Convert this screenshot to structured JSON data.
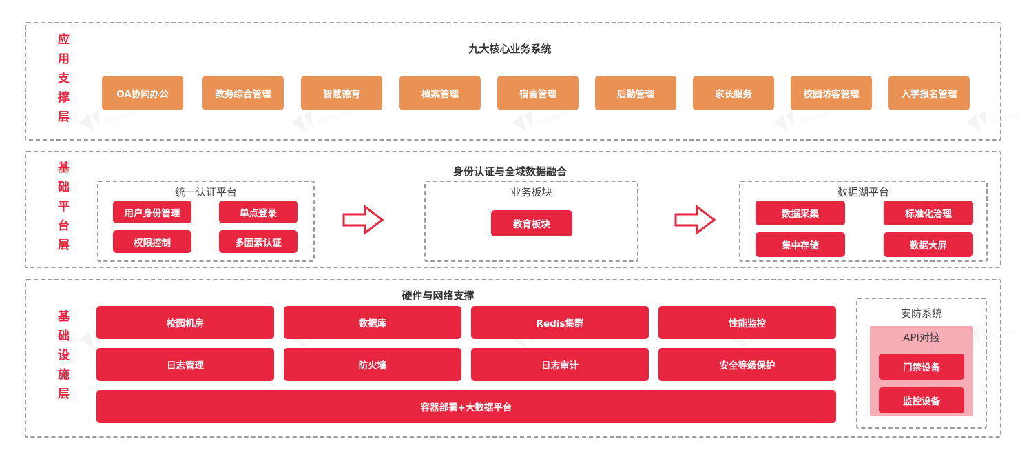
{
  "colors": {
    "orange": "#ea9253",
    "red": "#e8263f",
    "pink": "#f6adb6",
    "dashed_border": "#9d9d9d",
    "title_text": "#333333",
    "layer_label_text": "#e8263f"
  },
  "layers": [
    {
      "id": "application-support-layer",
      "label": "应用支撑层",
      "title": "九大核心业务系统",
      "items": [
        "OA协同办公",
        "教务综合管理",
        "智慧德育",
        "档案管理",
        "宿舍管理",
        "后勤管理",
        "家长服务",
        "校园访客管理",
        "入学报名管理"
      ]
    },
    {
      "id": "base-platform-layer",
      "label": "基础平台层",
      "title": "身份认证与全域数据融合",
      "panels": [
        {
          "id": "unified-auth-platform",
          "title": "统一认证平台",
          "items": [
            "用户身份管理",
            "单点登录",
            "权限控制",
            "多因素认证"
          ]
        },
        {
          "id": "business-module",
          "title": "业务板块",
          "items": [
            "教育板块"
          ]
        },
        {
          "id": "data-lake-platform",
          "title": "数据湖平台",
          "items": [
            "数据采集",
            "标准化治理",
            "集中存储",
            "数据大屏"
          ]
        }
      ],
      "arrows": [
        "arrow-right-icon",
        "arrow-right-icon"
      ]
    },
    {
      "id": "infrastructure-layer",
      "label": "基础设施层",
      "title": "硬件与网络支撑",
      "grid_row1": [
        "校园机房",
        "数据库",
        "Redis集群",
        "性能监控"
      ],
      "grid_row2": [
        "日志管理",
        "防火墙",
        "日志审计",
        "安全等级保护"
      ],
      "full_width_item": "容器部署+大数据平台",
      "security_panel": {
        "id": "security-system",
        "title": "安防系统",
        "api_title": "API对接",
        "items": [
          "门禁设备",
          "监控设备"
        ]
      }
    }
  ],
  "watermark": {
    "name": "logo-watermark"
  }
}
